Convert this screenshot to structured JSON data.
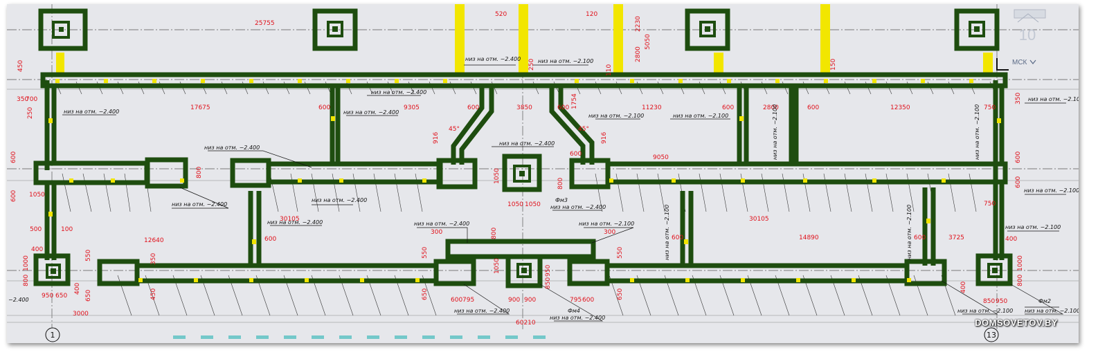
{
  "viewport": {
    "view_cube_label": "10",
    "ucs_label": "МСК",
    "ucs_arrow": "chevron-down-icon"
  },
  "axes": {
    "left": "1",
    "right": "13"
  },
  "dims": {
    "overall_top": "25755",
    "overall_bottom": "60210",
    "mid_span_left": "30105",
    "mid_span_right": "30105",
    "d17675": "17675",
    "d9305": "9305",
    "d3850": "3850",
    "d11230": "11230",
    "d2800": "2800",
    "d12350": "12350",
    "d12640": "12640",
    "d14890": "14890",
    "d9050": "9050",
    "d3725": "3725",
    "d3000": "3000",
    "d600": "600",
    "d450": "450",
    "d350": "350",
    "d250": "250",
    "d700": "700",
    "d750": "750",
    "d1050": "1050",
    "d950": "950",
    "d850": "850",
    "d900": "900",
    "d650": "650",
    "d550": "550",
    "d500": "500",
    "d400": "400",
    "d300": "300",
    "d1000": "1000",
    "d800": "800",
    "d795": "795",
    "d100": "100",
    "d520": "520",
    "d120": "120",
    "d2230": "2230",
    "d2800v": "2800",
    "d5050": "5050",
    "d110": "110",
    "d150": "150",
    "d916": "916",
    "d1754": "1754",
    "angle45": "45°"
  },
  "notes": {
    "n2400": "низ на отм. −2.400",
    "n2100": "низ на отм. −2.100",
    "fm2": "Фм2",
    "fm3": "Фм3",
    "fm4": "Фм4",
    "m2400": "−2.400"
  },
  "watermark": "DOMSOVETOV.BY",
  "colors": {
    "beam": "#1e4d0f",
    "column": "#f2e600",
    "dim": "#e0101a",
    "bg": "#e6e7eb"
  }
}
